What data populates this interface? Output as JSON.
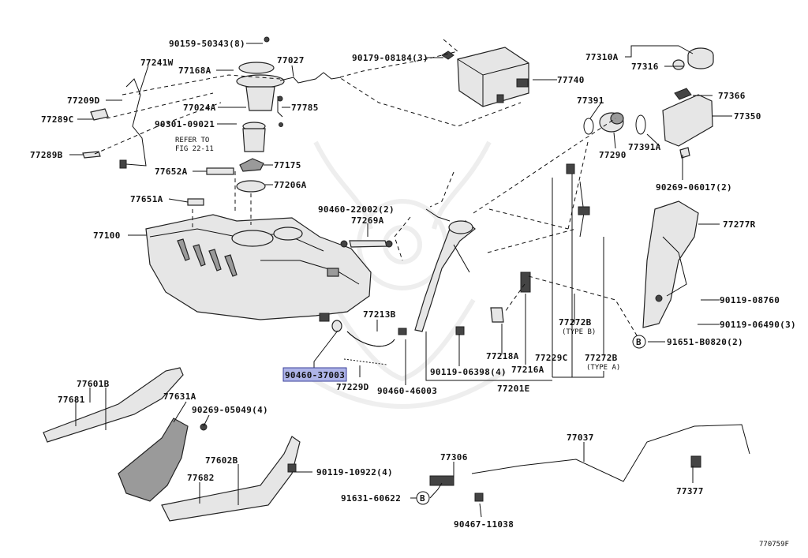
{
  "highlighted_part": "90460-37003",
  "figure_code": "770759F",
  "labels": {
    "p90159_50343": "90159-50343(8)",
    "p77241w": "77241W",
    "p77168a": "77168A",
    "p77027": "77027",
    "p90179_08184": "90179-08184(3)",
    "p77740": "77740",
    "p77310a": "77310A",
    "p77316": "77316",
    "p77209d": "77209D",
    "p77024a": "77024A",
    "p77785": "77785",
    "p77289c": "77289C",
    "p90301_09021": "90301-09021",
    "refer1": "REFER TO",
    "refer2": "FIG 22-11",
    "p77289b": "77289B",
    "p77175": "77175",
    "p77652a": "77652A",
    "p77206a": "77206A",
    "p77391": "77391",
    "p77366": "77366",
    "p77350": "77350",
    "p77290": "77290",
    "p77391a": "77391A",
    "p90269_06017": "90269-06017(2)",
    "p77651a": "77651A",
    "p90460_22002": "90460-22002(2)",
    "p77269a": "77269A",
    "p77100": "77100",
    "p77277r": "77277R",
    "p90119_08760": "90119-08760",
    "p90119_06490": "90119-06490(3)",
    "p77213b": "77213B",
    "p77272b_1": "77272B",
    "typeb": "(TYPE B)",
    "p77218a": "77218A",
    "p77216a": "77216A",
    "p77229c": "77229C",
    "p77272b_2": "77272B",
    "typea": "(TYPE A)",
    "bref": "B",
    "p91651_b0820": "91651-B0820(2)",
    "p90460_37003": "90460-37003",
    "p77229d": "77229D",
    "p90119_06398": "90119-06398(4)",
    "p90460_46003": "90460-46003",
    "p77201e": "77201E",
    "p77601b": "77601B",
    "p77681": "77681",
    "p77631a": "77631A",
    "p90269_05049": "90269-05049(4)",
    "p77037": "77037",
    "p77306": "77306",
    "p77602b": "77602B",
    "p77682": "77682",
    "p90119_10922": "90119-10922(4)",
    "p77377": "77377",
    "bref2": "B",
    "p91631_60622": "91631-60622",
    "p90467_11038": "90467-11038"
  }
}
